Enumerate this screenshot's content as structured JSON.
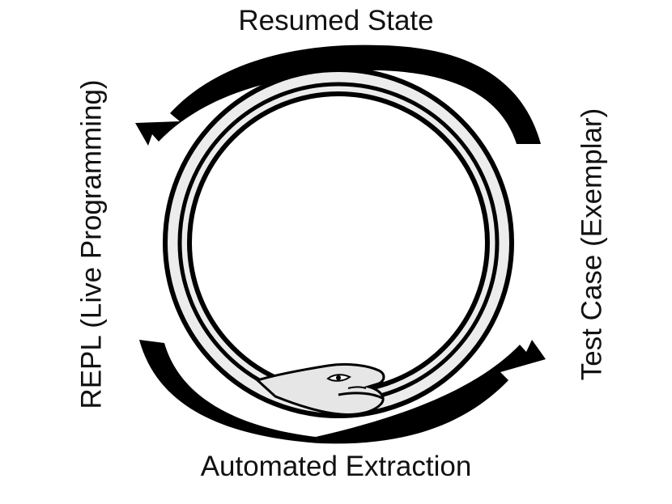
{
  "labels": {
    "top": "Resumed State",
    "right": "Test Case (Exemplar)",
    "bottom": "Automated Extraction",
    "left": "REPL (Live Programming)"
  },
  "colors": {
    "ring_fill": "#ececec",
    "outline": "#000000",
    "arrow": "#000000"
  }
}
